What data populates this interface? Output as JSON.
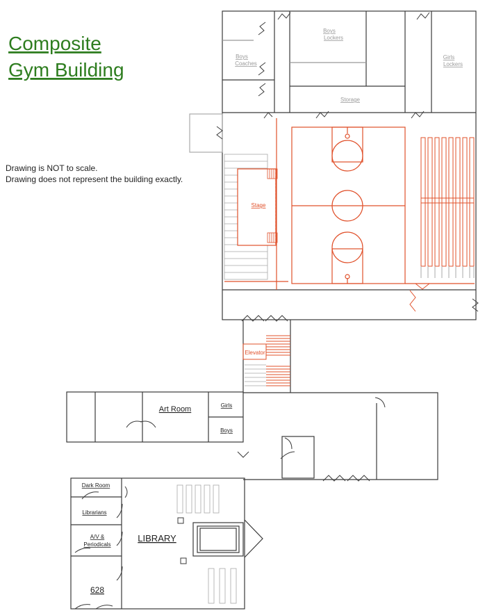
{
  "title": {
    "line1": "Composite",
    "line2": "Gym Building"
  },
  "notes": {
    "line1": "Drawing is NOT to scale.",
    "line2": "Drawing does not represent the building exactly."
  },
  "rooms": {
    "boys_coaches_1": "Boys",
    "boys_coaches_2": "Coaches",
    "boys_lockers_1": "Boys",
    "boys_lockers_2": "Lockers",
    "girls_lockers_1": "Girls",
    "girls_lockers_2": "Lockers",
    "storage": "Storage",
    "stage": "Stage",
    "elevator": "Elevator",
    "art_room": "Art Room",
    "girls": "Girls",
    "boys": "Boys",
    "dark_room": "Dark Room",
    "librarians": "Librarians",
    "av_1": "A/V &",
    "av_2": "Periodicals",
    "library": "LIBRARY",
    "room_628": "628"
  },
  "colors": {
    "title": "#2e7d1f",
    "wall": "#3a3a3a",
    "court": "#e0502a",
    "room_label_gray": "#9a9a9a",
    "bleacher_gray": "#a8a8a8"
  }
}
